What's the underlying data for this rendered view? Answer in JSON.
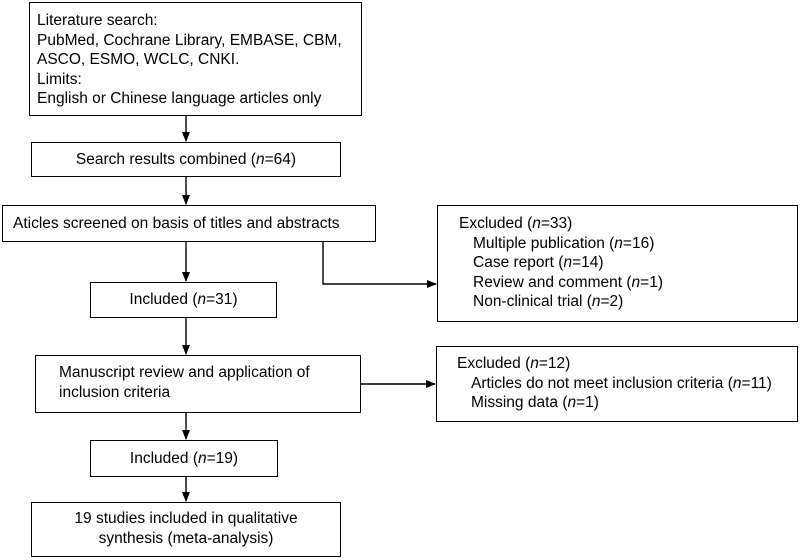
{
  "search_box": {
    "lines": [
      "Literature search:",
      "PubMed, Cochrane Library, EMBASE, CBM,",
      "ASCO, ESMO, WCLC, CNKI.",
      "Limits:",
      "English or Chinese language articles only"
    ]
  },
  "combined_box": {
    "prefix": "Search results combined (",
    "n": "n",
    "suffix": "=64)"
  },
  "screened_box": {
    "text": "Aticles screened on basis of titles and abstracts"
  },
  "included_1": {
    "prefix": "Included (",
    "n": "n",
    "suffix": "=31)"
  },
  "excluded_1": {
    "title": {
      "prefix": "Excluded (",
      "n": "n",
      "suffix": "=33)"
    },
    "items": [
      {
        "prefix": "Multiple publication (",
        "n": "n",
        "suffix": "=16)"
      },
      {
        "prefix": "Case report (",
        "n": "n",
        "suffix": "=14)"
      },
      {
        "prefix": "Review and comment (",
        "n": "n",
        "suffix": "=1)"
      },
      {
        "prefix": "Non-clinical trial (",
        "n": "n",
        "suffix": "=2)"
      }
    ]
  },
  "manuscript_box": {
    "lines": [
      "Manuscript review and application of",
      "inclusion criteria"
    ]
  },
  "excluded_2": {
    "title": {
      "prefix": "Excluded (",
      "n": "n",
      "suffix": "=12)"
    },
    "items": [
      {
        "prefix": "Articles do not meet inclusion criteria (",
        "n": "n",
        "suffix": "=11)"
      },
      {
        "prefix": "Missing data (",
        "n": "n",
        "suffix": "=1)"
      }
    ]
  },
  "included_2": {
    "prefix": "Included (",
    "n": "n",
    "suffix": "=19)"
  },
  "final_box": {
    "lines": [
      "19 studies included in qualitative",
      "synthesis (meta-analysis)"
    ]
  },
  "colors": {
    "stroke": "#000000",
    "background": "#ffffff"
  }
}
